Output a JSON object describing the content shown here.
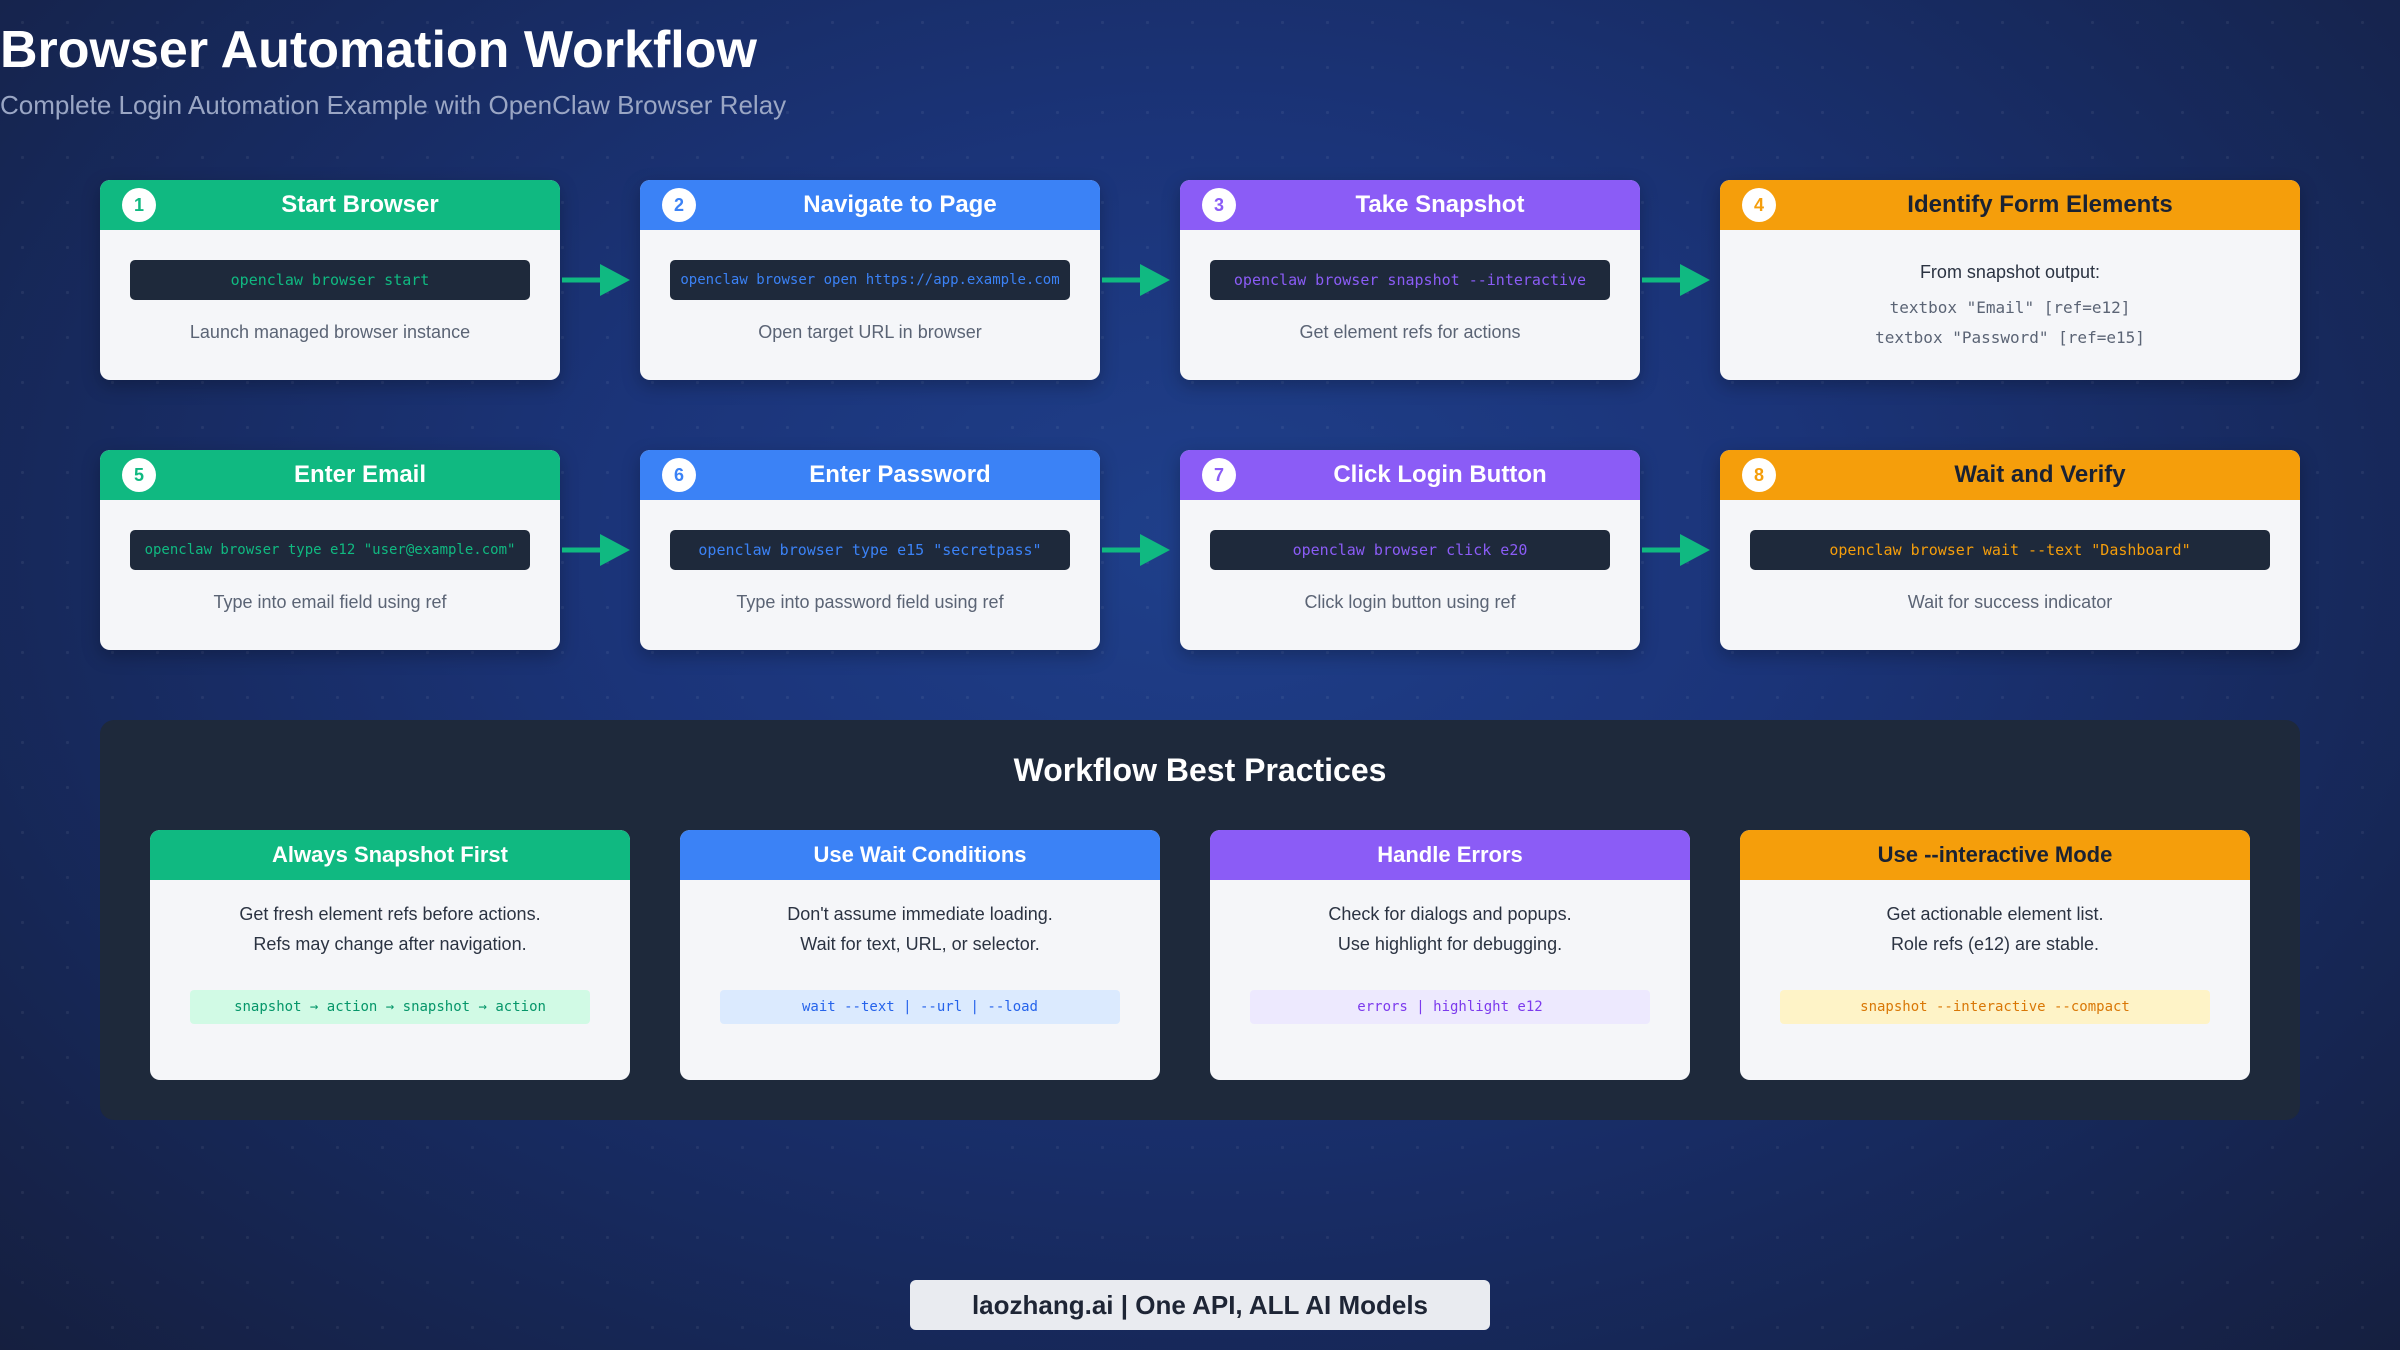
{
  "title": "Browser Automation Workflow",
  "subtitle": "Complete Login Automation Example with OpenClaw Browser Relay",
  "colors": {
    "green": "#10b981",
    "blue": "#3b82f6",
    "purple": "#8b5cf6",
    "orange": "#f59e0b",
    "code_bg": "#1e293b"
  },
  "steps": [
    {
      "num": "1",
      "title": "Start Browser",
      "cmd": "openclaw browser start",
      "desc": "Launch managed browser instance"
    },
    {
      "num": "2",
      "title": "Navigate to Page",
      "cmd": "openclaw browser open https://app.example.com",
      "desc": "Open target URL in browser"
    },
    {
      "num": "3",
      "title": "Take Snapshot",
      "cmd": "openclaw browser snapshot --interactive",
      "desc": "Get element refs for actions"
    },
    {
      "num": "4",
      "title": "Identify Form Elements",
      "from": "From snapshot output:",
      "lines": [
        "textbox \"Email\" [ref=e12]",
        "textbox \"Password\" [ref=e15]"
      ]
    },
    {
      "num": "5",
      "title": "Enter Email",
      "cmd": "openclaw browser type e12 \"user@example.com\"",
      "desc": "Type into email field using ref"
    },
    {
      "num": "6",
      "title": "Enter Password",
      "cmd": "openclaw browser type e15 \"secretpass\"",
      "desc": "Type into password field using ref"
    },
    {
      "num": "7",
      "title": "Click Login Button",
      "cmd": "openclaw browser click e20",
      "desc": "Click login button using ref"
    },
    {
      "num": "8",
      "title": "Wait and Verify",
      "cmd": "openclaw browser wait --text \"Dashboard\"",
      "desc": "Wait for success indicator"
    }
  ],
  "best_practices": {
    "title": "Workflow Best Practices",
    "cards": [
      {
        "title": "Always Snapshot First",
        "line1": "Get fresh element refs before actions.",
        "line2": "Refs may change after navigation.",
        "code": "snapshot → action → snapshot → action"
      },
      {
        "title": "Use Wait Conditions",
        "line1": "Don't assume immediate loading.",
        "line2": "Wait for text, URL, or selector.",
        "code": "wait --text | --url | --load"
      },
      {
        "title": "Handle Errors",
        "line1": "Check for dialogs and popups.",
        "line2": "Use highlight for debugging.",
        "code": "errors | highlight e12"
      },
      {
        "title": "Use --interactive Mode",
        "line1": "Get actionable element list.",
        "line2": "Role refs (e12) are stable.",
        "code": "snapshot --interactive --compact"
      }
    ]
  },
  "footer": "laozhang.ai | One API, ALL AI Models"
}
